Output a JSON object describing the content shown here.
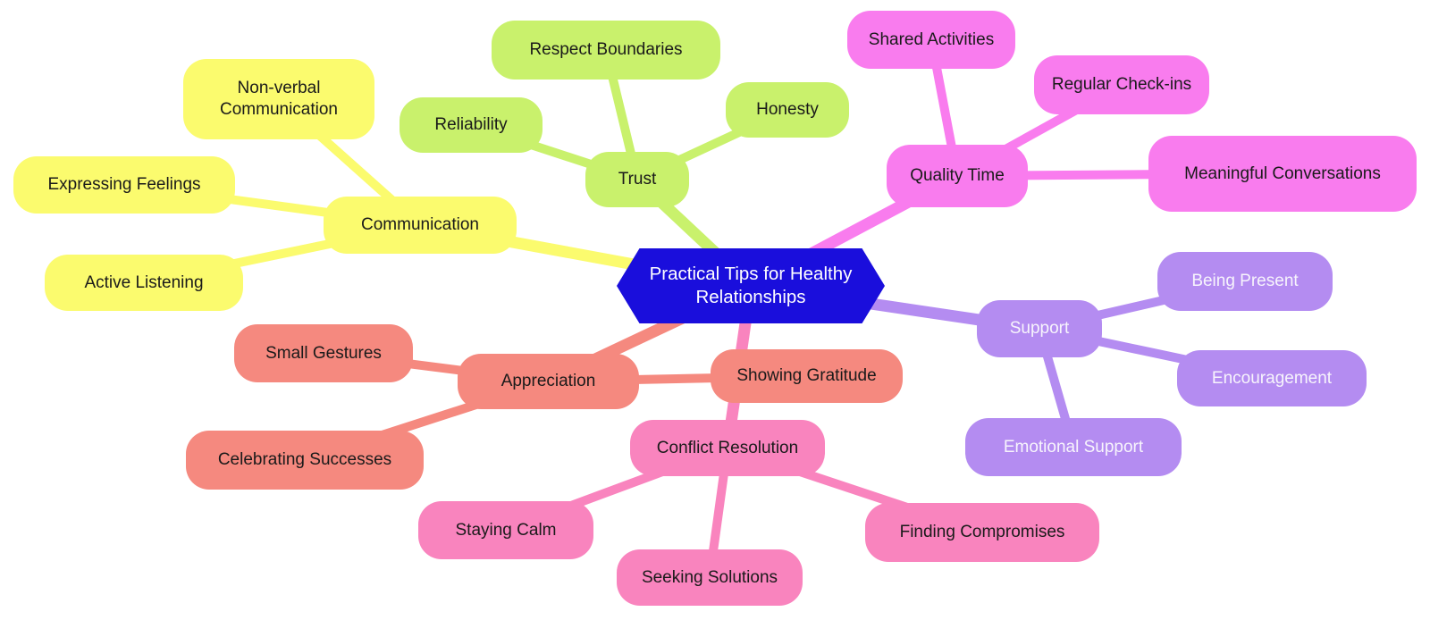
{
  "diagram": {
    "type": "mindmap",
    "root": {
      "label": "Practical Tips for Healthy Relationships",
      "shape": "hexagon",
      "fill": "#1A0EDC",
      "text_color": "#FFFFFF"
    },
    "branches": [
      {
        "label": "Communication",
        "fill": "#FBFB6E",
        "text_color": "#1A1A1A",
        "children": [
          "Non-verbal Communication",
          "Expressing Feelings",
          "Active Listening"
        ]
      },
      {
        "label": "Trust",
        "fill": "#C9F16C",
        "text_color": "#1A1A1A",
        "children": [
          "Respect Boundaries",
          "Reliability",
          "Honesty"
        ]
      },
      {
        "label": "Quality Time",
        "fill": "#F97CEE",
        "text_color": "#1A1A1A",
        "children": [
          "Shared Activities",
          "Regular Check-ins",
          "Meaningful Conversations"
        ]
      },
      {
        "label": "Support",
        "fill": "#B48CF1",
        "text_color": "#F7F4FC",
        "children": [
          "Being Present",
          "Encouragement",
          "Emotional Support"
        ]
      },
      {
        "label": "Appreciation",
        "fill": "#F5897F",
        "text_color": "#1A1A1A",
        "children": [
          "Small Gestures",
          "Celebrating Successes",
          "Showing Gratitude"
        ]
      },
      {
        "label": "Conflict Resolution",
        "fill": "#F984BE",
        "text_color": "#1A1A1A",
        "children": [
          "Staying Calm",
          "Seeking Solutions",
          "Finding Compromises"
        ]
      }
    ]
  }
}
